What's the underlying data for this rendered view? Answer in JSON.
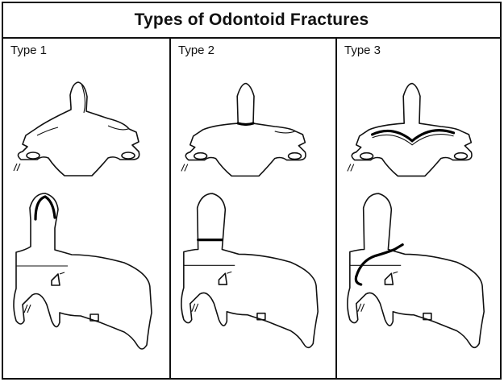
{
  "title": "Types of Odontoid Fractures",
  "panels": [
    {
      "label": "Type 1"
    },
    {
      "label": "Type 2"
    },
    {
      "label": "Type 3"
    }
  ]
}
